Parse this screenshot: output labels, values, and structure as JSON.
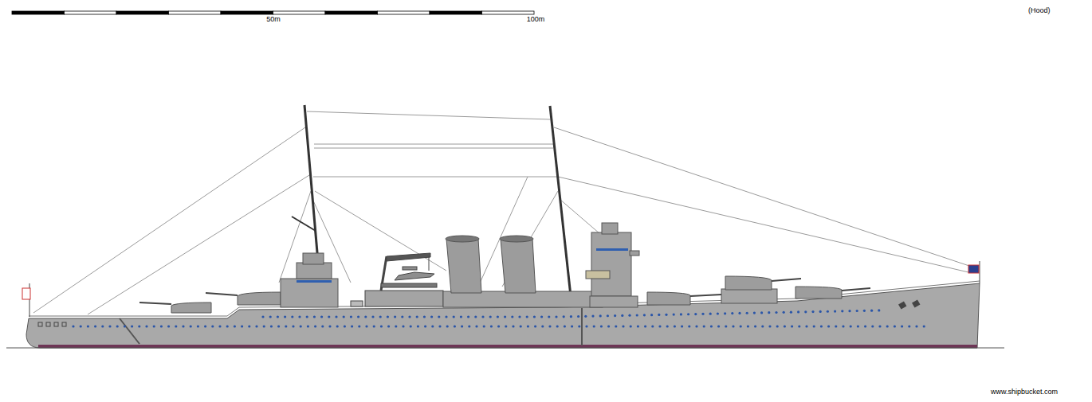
{
  "diagram": {
    "labels": [
      "50m",
      "100m",
      "(Hood)",
      "www.shipbucket.com"
    ]
  }
}
